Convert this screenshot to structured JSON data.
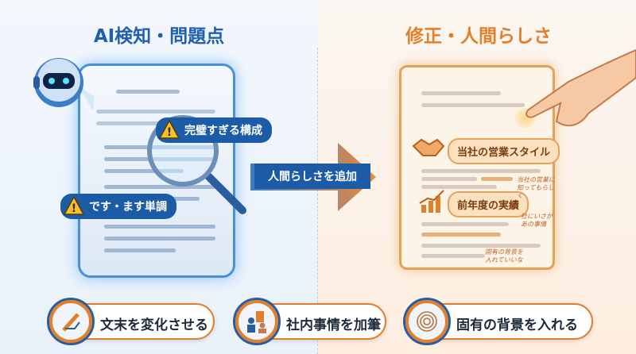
{
  "left": {
    "title": "AI検知・問題点",
    "issues": [
      "完璧すぎる構成",
      "です・ます単調"
    ],
    "icons": [
      "robot-icon",
      "magnifier-icon",
      "warning-icon"
    ]
  },
  "arrow": {
    "label": "人間らしさを追加"
  },
  "right": {
    "title": "修正・人間らしさ",
    "labels": [
      "当社の営業スタイル",
      "前年度の実績"
    ],
    "notes": [
      "当社の営業に知ってもらしく",
      "社にいさがあの事情",
      "固有の背景を入れていいな"
    ],
    "icons": [
      "handshake-icon",
      "bar-chart-icon",
      "pointing-hand-icon"
    ]
  },
  "tips": [
    {
      "label": "文末を変化させる",
      "icon": "pen-icon"
    },
    {
      "label": "社内事情を加筆",
      "icon": "office-people-icon"
    },
    {
      "label": "固有の背景を入れる",
      "icon": "fingerprint-icon"
    }
  ],
  "colors": {
    "blue": "#1c5ba6",
    "orange": "#e0802c",
    "left_bg": "#eef4fb",
    "right_bg": "#fdf1e5"
  }
}
